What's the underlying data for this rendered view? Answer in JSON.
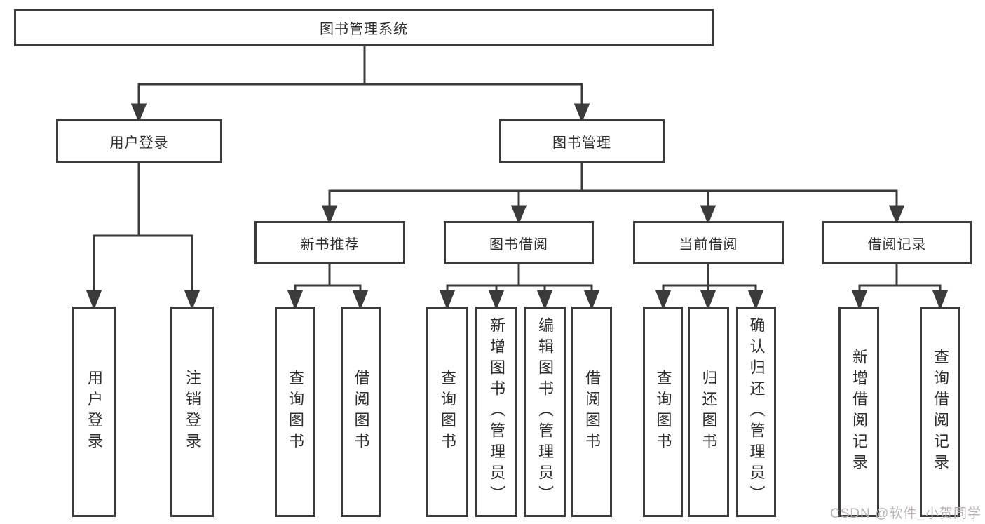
{
  "nodes": {
    "root": "图书管理系统",
    "user_login": "用户登录",
    "book_management": "图书管理",
    "new_book_recommend": "新书推荐",
    "book_borrowing": "图书借阅",
    "current_borrowing": "当前借阅",
    "borrowing_records": "借阅记录",
    "leaf_user_login": "用户登录",
    "leaf_logout": "注销登录",
    "leaf_nb_query_books": "查询图书",
    "leaf_nb_borrow_books": "借阅图书",
    "leaf_bb_query_books": "查询图书",
    "leaf_bb_add_books": "新增图书（管理员）",
    "leaf_bb_edit_books": "编辑图书（管理员）",
    "leaf_bb_borrow_books": "借阅图书",
    "leaf_cb_query_books": "查询图书",
    "leaf_cb_return_books": "归还图书",
    "leaf_cb_confirm_return": "确认归还（管理员）",
    "leaf_br_add_record": "新增借阅记录",
    "leaf_br_query_record": "查询借阅记录"
  },
  "watermark": "CSDN @软件_小贺同学",
  "colors": {
    "line": "#3b3b3b",
    "box_border": "#3b3b3b",
    "text": "#2d2d2d",
    "background": "#ffffff",
    "watermark": "#b9b1b1"
  }
}
